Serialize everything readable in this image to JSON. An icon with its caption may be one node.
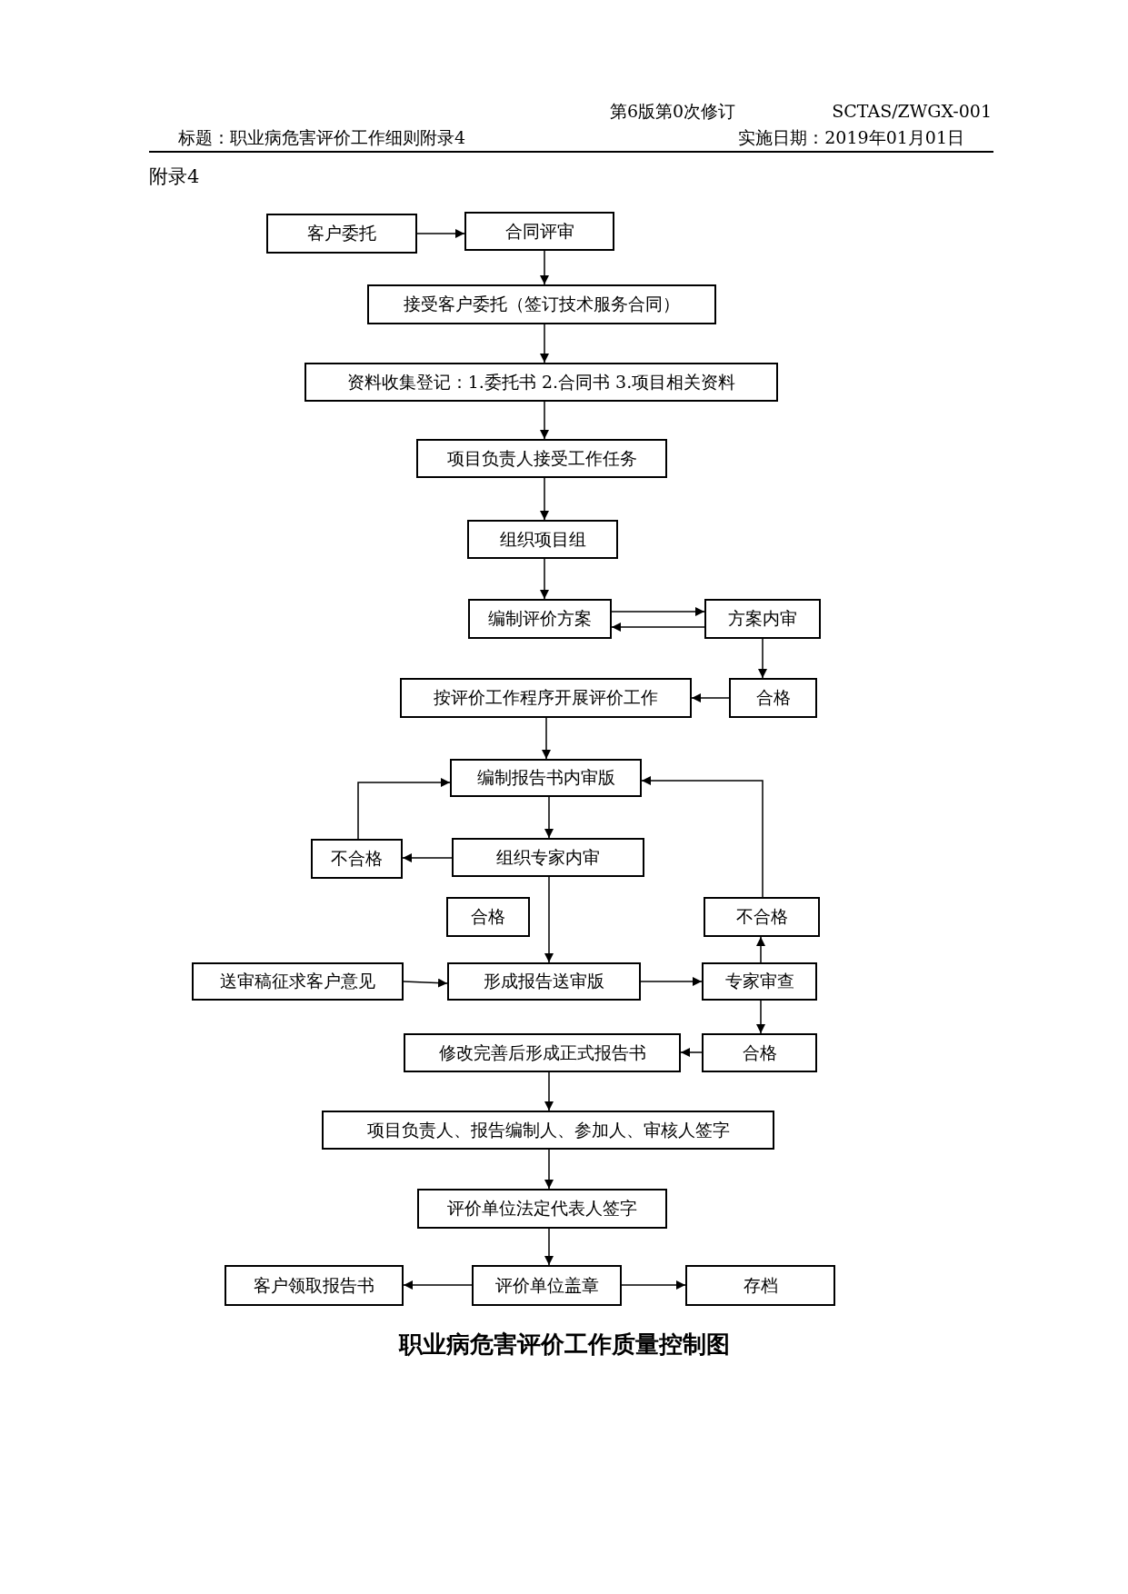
{
  "diagram": {
    "title": "职业病危害评价工作质量控制图",
    "nodes": [
      {
        "text": [
          "客户委托"
        ]
      },
      {
        "text": [
          "合同评审"
        ]
      },
      {
        "text": [
          "接受客户委托（签订技术服务合同）"
        ]
      },
      {
        "text": [
          "资料收集登记：1.委托书 2.合同书 3.项目相关资料"
        ]
      },
      {
        "text": [
          "项目负责人接受工作任务"
        ]
      },
      {
        "text": [
          "组织项目组"
        ]
      },
      {
        "text": [
          "编制评价方案"
        ]
      },
      {
        "text": [
          "方案内审"
        ]
      },
      {
        "text": [
          "按评价工作程序开展评价工作"
        ]
      },
      {
        "text": [
          "合格"
        ]
      },
      {
        "text": [
          "编制报告书内审版"
        ]
      },
      {
        "text": [
          "不合格"
        ]
      },
      {
        "text": [
          "组织专家内审"
        ]
      },
      {
        "text": [
          "合格"
        ]
      },
      {
        "text": [
          "不合格"
        ]
      },
      {
        "text": [
          "送审稿征求客户意见"
        ]
      },
      {
        "text": [
          "形成报告送审版"
        ]
      },
      {
        "text": [
          "专家审查"
        ]
      },
      {
        "text": [
          "修改完善后形成正式报告书"
        ]
      },
      {
        "text": [
          "合格"
        ]
      },
      {
        "text": [
          "项目负责人、报告编制人、参加人、审核人签字"
        ]
      },
      {
        "text": [
          "评价单位法定代表人签字"
        ]
      },
      {
        "text": [
          "客户领取报告书"
        ]
      },
      {
        "text": [
          "评价单位盖章"
        ]
      },
      {
        "text": [
          "存档"
        ]
      }
    ],
    "edges": [
      {
        "from": 0,
        "to": 1,
        "arrow": "to"
      },
      {
        "from": 1,
        "to": 2,
        "arrow": "to"
      },
      {
        "from": 2,
        "to": 3,
        "arrow": "to"
      },
      {
        "from": 3,
        "to": 4,
        "arrow": "to"
      },
      {
        "from": 4,
        "to": 5,
        "arrow": "to"
      },
      {
        "from": 5,
        "to": 6,
        "arrow": "to"
      },
      {
        "from": 6,
        "to": 7,
        "arrow": "to"
      },
      {
        "from": 7,
        "to": 6,
        "arrow": "to"
      },
      {
        "from": 7,
        "to": 9,
        "arrow": "to"
      },
      {
        "from": 9,
        "to": 8,
        "arrow": "to"
      },
      {
        "from": 8,
        "to": 10,
        "arrow": "to"
      },
      {
        "from": 10,
        "to": 12,
        "arrow": "to"
      },
      {
        "from": 12,
        "to": 11,
        "arrow": "to"
      },
      {
        "from": 11,
        "to": 10,
        "arrow": "to"
      },
      {
        "from": 12,
        "to": 16,
        "arrow": "to"
      },
      {
        "from": 17,
        "to": 14,
        "arrow": "to"
      },
      {
        "from": 14,
        "to": 10,
        "arrow": "to"
      },
      {
        "from": 15,
        "to": 16,
        "arrow": "to"
      },
      {
        "from": 16,
        "to": 17,
        "arrow": "to"
      },
      {
        "from": 17,
        "to": 19,
        "arrow": "to"
      },
      {
        "from": 19,
        "to": 18,
        "arrow": "to"
      },
      {
        "from": 18,
        "to": 20,
        "arrow": "to"
      },
      {
        "from": 20,
        "to": 21,
        "arrow": "to"
      },
      {
        "from": 21,
        "to": 23,
        "arrow": "to"
      },
      {
        "from": 23,
        "to": 22,
        "arrow": "to"
      },
      {
        "from": 23,
        "to": 24,
        "arrow": "to"
      }
    ],
    "labels": [
      "第6版第0次修订",
      "SCTAS/ZWGX-001",
      "标题：职业病危害评价工作细则附录4",
      "实施日期：2019年01月01日",
      "附录4"
    ]
  }
}
